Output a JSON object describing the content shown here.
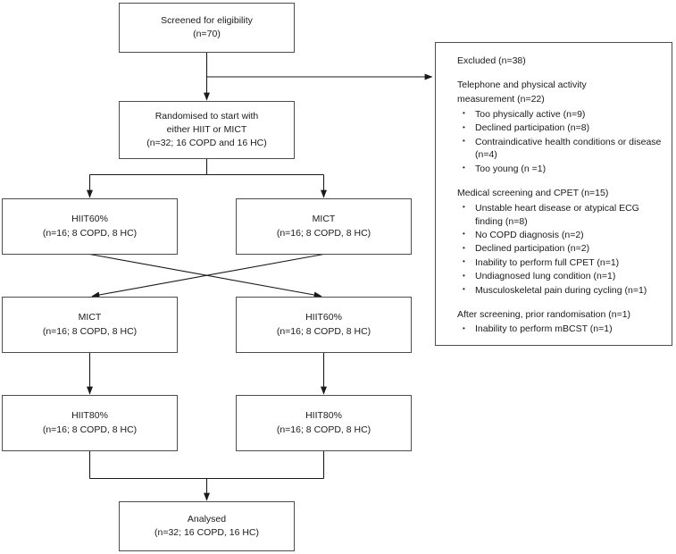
{
  "diagram": {
    "type": "consort-flow-diagram",
    "nodes": {
      "screened": {
        "label": "Screened for eligibility",
        "count": "(n=70)"
      },
      "randomised": {
        "line1": "Randomised to start with",
        "line2": "either HIIT or MICT",
        "count": "(n=32; 16 COPD and 16 HC)"
      },
      "period1_left": {
        "label": "HIIT60%",
        "count": "(n=16; 8 COPD, 8 HC)"
      },
      "period1_right": {
        "label": "MICT",
        "count": "(n=16; 8 COPD, 8 HC)"
      },
      "period2_left": {
        "label": "MICT",
        "count": "(n=16; 8 COPD, 8 HC)"
      },
      "period2_right": {
        "label": "HIIT60%",
        "count": "(n=16; 8 COPD, 8 HC)"
      },
      "period3_left": {
        "label": "HIIT80%",
        "count": "(n=16; 8 COPD, 8 HC)"
      },
      "period3_right": {
        "label": "HIIT80%",
        "count": "(n=16; 8 COPD, 8 HC)"
      },
      "analysed": {
        "label": "Analysed",
        "count": "(n=32; 16 COPD, 16 HC)"
      }
    },
    "excluded": {
      "title": "Excluded (n=38)",
      "groups": [
        {
          "heading_line1": "Telephone and physical activity",
          "heading_line2": "measurement (n=22)",
          "items": [
            "Too physically active (n=9)",
            "Declined participation (n=8)",
            "Contraindicative health conditions or disease (n=4)",
            "Too young (n =1)"
          ]
        },
        {
          "heading_line1": "Medical screening and CPET (n=15)",
          "heading_line2": "",
          "items": [
            "Unstable heart disease or atypical ECG finding (n=8)",
            "No COPD diagnosis (n=2)",
            "Declined participation (n=2)",
            "Inability to perform full CPET (n=1)",
            "Undiagnosed lung condition (n=1)",
            "Musculoskeletal pain during cycling (n=1)"
          ]
        },
        {
          "heading_line1": "After screening, prior randomisation (n=1)",
          "heading_line2": "",
          "items": [
            "Inability to perform mBCST (n=1)"
          ]
        }
      ]
    },
    "colors": {
      "box_border": "#4d4d4d",
      "connector": "#1a1a1a",
      "background": "#ffffff",
      "text": "#1a1a1a"
    }
  }
}
